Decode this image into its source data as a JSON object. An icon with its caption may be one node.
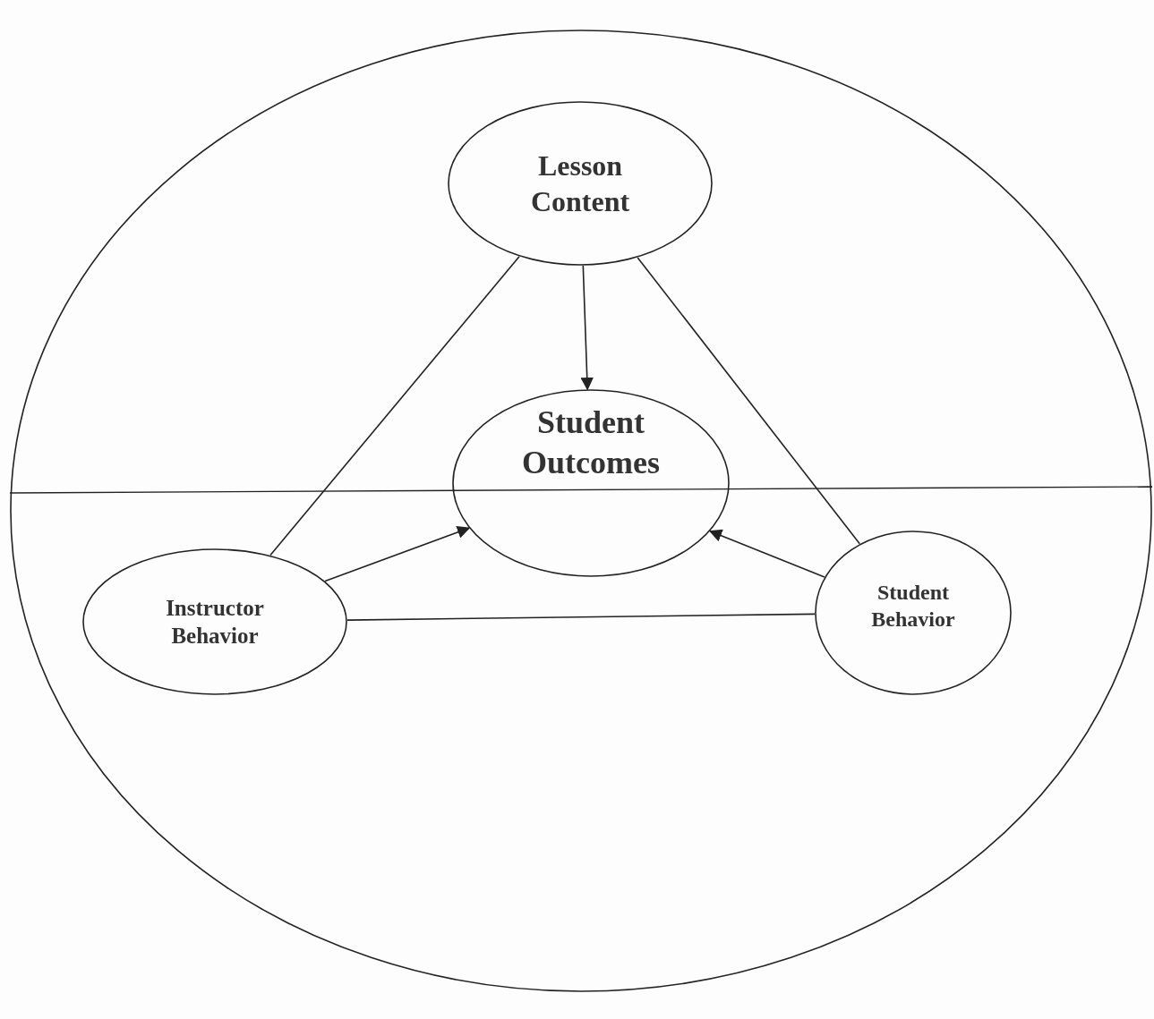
{
  "diagram": {
    "nodes": [
      {
        "text": [],
        "shape": "circle"
      },
      {
        "text": [
          "Lesson Content"
        ],
        "in": 0
      },
      {
        "text": [
          "Student Outcomes"
        ],
        "in": 0
      },
      {
        "text": [
          "Instructor Behavior"
        ],
        "in": 0
      },
      {
        "text": [
          "Student Behavior"
        ],
        "in": 0
      }
    ],
    "edges": [
      {
        "from": 1,
        "to": 2,
        "arrow": "to"
      },
      {
        "from": 1,
        "to": 3,
        "arrow": "none"
      },
      {
        "from": 1,
        "to": 4,
        "arrow": "none"
      },
      {
        "from": 3,
        "to": 2,
        "arrow": "to"
      },
      {
        "from": 4,
        "to": 2,
        "arrow": "to"
      },
      {
        "from": 3,
        "to": 4,
        "arrow": "none"
      }
    ]
  }
}
